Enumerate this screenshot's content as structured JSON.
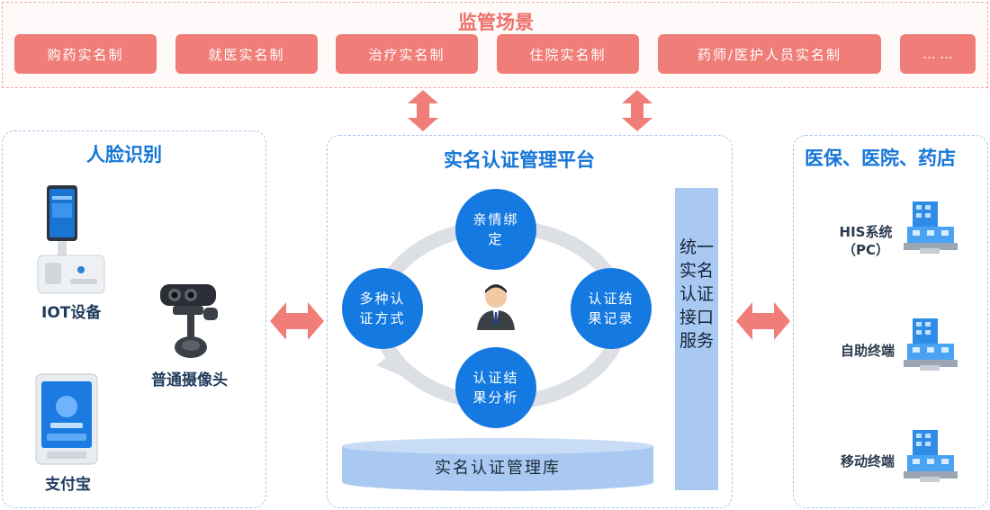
{
  "supervision": {
    "title": "监管场景",
    "scenes": [
      "购药实名制",
      "就医实名制",
      "治疗实名制",
      "住院实名制",
      "药师/医护人员实名制",
      "... ..."
    ]
  },
  "face_recognition": {
    "title": "人脸识别",
    "devices": {
      "iot": "IOT设备",
      "camera": "普通摄像头",
      "alipay": "支付宝"
    }
  },
  "platform": {
    "title": "实名认证管理平台",
    "nodes": {
      "top": "亲情绑定",
      "left": "多种认证方式",
      "right": "认证结果记录",
      "bottom": "认证结果分析"
    },
    "database": "实名认证管理库",
    "api": "统一实名认证接口服务"
  },
  "institutions": {
    "title": "医保、医院、药店",
    "systems": {
      "his_line1": "HIS系统",
      "his_line2": "（PC）",
      "kiosk": "自助终端",
      "mobile": "移动终端"
    }
  },
  "colors": {
    "accent_red": "#f07d78",
    "accent_blue": "#1479e0",
    "panel_border": "#a9c6ea",
    "api_bar": "#a9c9f2"
  }
}
